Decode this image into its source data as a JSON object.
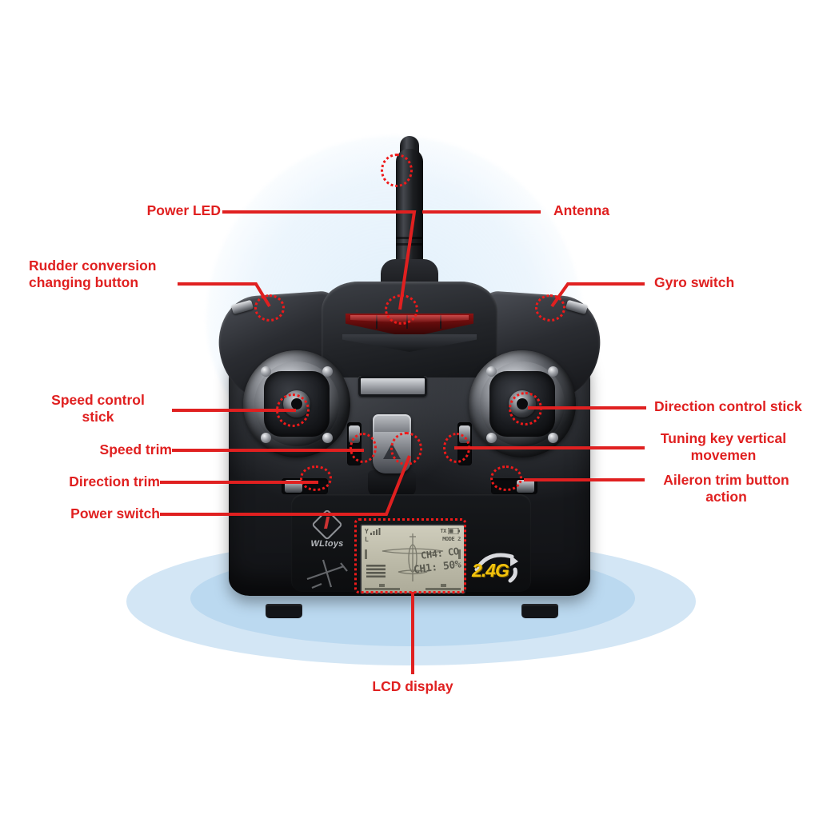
{
  "figure": {
    "subject": "2.4G RC transmitter / remote controller",
    "brand": "WLtoys",
    "band_badge": "2.4G"
  },
  "annotations": {
    "left": [
      {
        "id": "power-led",
        "label": "Power LED"
      },
      {
        "id": "rudder-conversion",
        "label": "Rudder conversion\nchanging button"
      },
      {
        "id": "speed-control",
        "label": "Speed control\nstick"
      },
      {
        "id": "speed-trim",
        "label": "Speed trim"
      },
      {
        "id": "direction-trim",
        "label": "Direction trim"
      },
      {
        "id": "power-switch",
        "label": "Power switch"
      }
    ],
    "right": [
      {
        "id": "antenna",
        "label": "Antenna"
      },
      {
        "id": "gyro-switch",
        "label": "Gyro switch"
      },
      {
        "id": "direction-control",
        "label": "Direction control stick"
      },
      {
        "id": "tuning-key",
        "label": "Tuning key vertical\nmovemen"
      },
      {
        "id": "aileron-trim",
        "label": "Aileron trim button\naction"
      }
    ],
    "bottom": [
      {
        "id": "lcd-display",
        "label": "LCD display"
      }
    ]
  },
  "lcd": {
    "signal": "Y",
    "left_mark": "L",
    "top_right_1": "TX",
    "top_right_2": "MODE 2",
    "value_top": "CH4: CO",
    "value_bottom": "CH1: 50%"
  },
  "colors": {
    "annotation_red": "#e02020",
    "highlight_red": "#ef1a1a",
    "badge_yellow": "#f2c20c",
    "floor_blue": "#cfe4f4",
    "background": "#ffffff"
  }
}
